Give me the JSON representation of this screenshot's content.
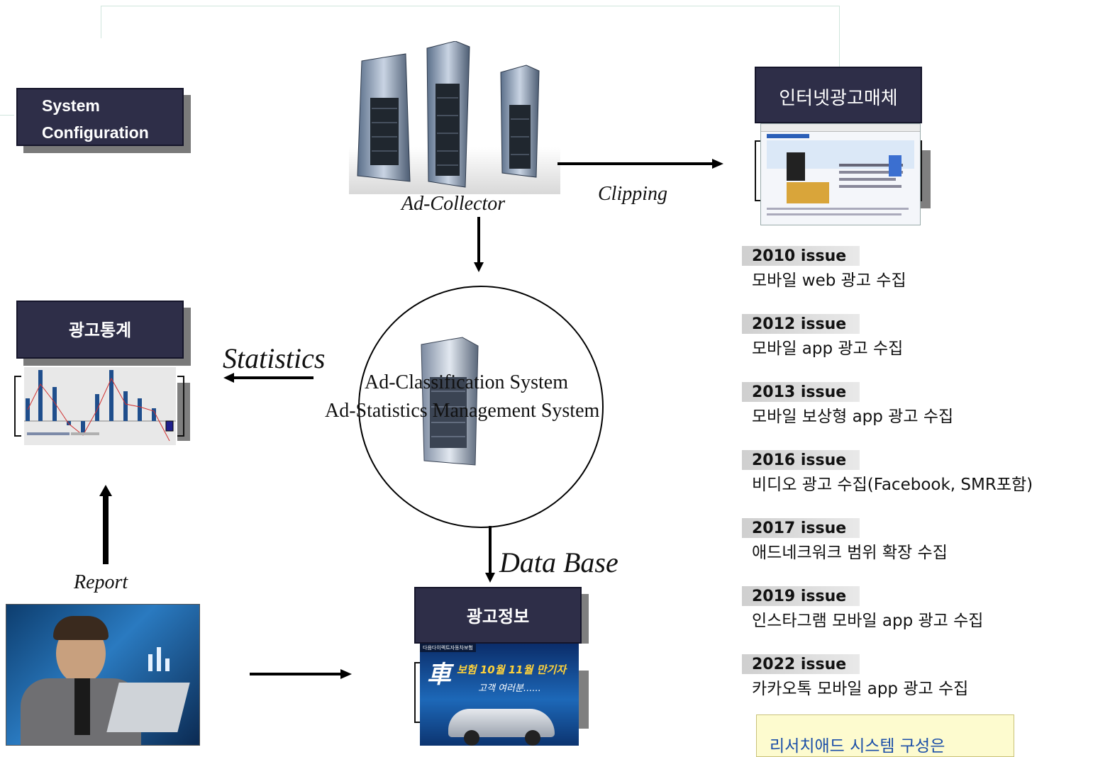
{
  "config_box": {
    "line1": "System",
    "line2": "Configuration"
  },
  "ad_collector": {
    "label": "Ad-Collector"
  },
  "clipping": {
    "label": "Clipping"
  },
  "media_box": {
    "label": "인터넷광고매체"
  },
  "classification": {
    "line1": "Ad-Classification System",
    "line2": "Ad-Statistics Management System"
  },
  "statistics": {
    "label": "Statistics"
  },
  "stats_box": {
    "label": "광고통계"
  },
  "database": {
    "label": "Data Base"
  },
  "report": {
    "label": "Report"
  },
  "info_box": {
    "label": "광고정보"
  },
  "ad_banner": {
    "header": "다음다이렉트자동차보험",
    "car_char": "車",
    "headline": "보험 10월 11월 만기자",
    "sub": "고객 여러분......"
  },
  "issues": [
    {
      "year": "2010 issue",
      "desc": "모바일 web 광고 수집"
    },
    {
      "year": "2012 issue",
      "desc": "모바일 app 광고 수집"
    },
    {
      "year": "2013 issue",
      "desc": "모바일 보상형 app 광고 수집"
    },
    {
      "year": "2016 issue",
      "desc": "비디오 광고 수집(Facebook, SMR포함)"
    },
    {
      "year": "2017 issue",
      "desc": "애드네크워크 범위 확장 수집"
    },
    {
      "year": "2019 issue",
      "desc": "인스타그램 모바일 app 광고 수집"
    },
    {
      "year": "2022 issue",
      "desc": "카카오톡 모바일 app 광고 수집"
    }
  ],
  "note_box": {
    "text": "리서치애드 시스템 구성은"
  },
  "colors": {
    "dark_box": "#2e2e48",
    "note_bg": "#fdfbcf",
    "note_text": "#1a4ea8"
  }
}
